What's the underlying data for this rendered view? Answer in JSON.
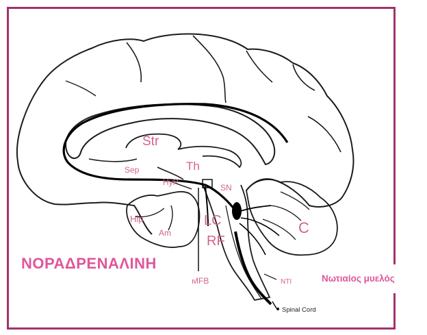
{
  "title": "ΝΟΡΑΔΡΕΝΑΛΙΝΗ",
  "spinal_caption": "Νωτιαίος μυελός",
  "labels": {
    "str": "Str",
    "th": "Th",
    "sep": "Sep",
    "hyp": "HyP",
    "sn": "SN",
    "hip": "Hip",
    "am": "Am",
    "lc": "LC",
    "rf": "RF",
    "c": "C",
    "mfb": "MFB",
    "nti": "NTI",
    "spinal_cord": "Spinal Cord"
  },
  "colors": {
    "frame": "#a0336b",
    "caption": "#e0559a",
    "label": "#d4628f",
    "ink": "#1a1a1a"
  }
}
